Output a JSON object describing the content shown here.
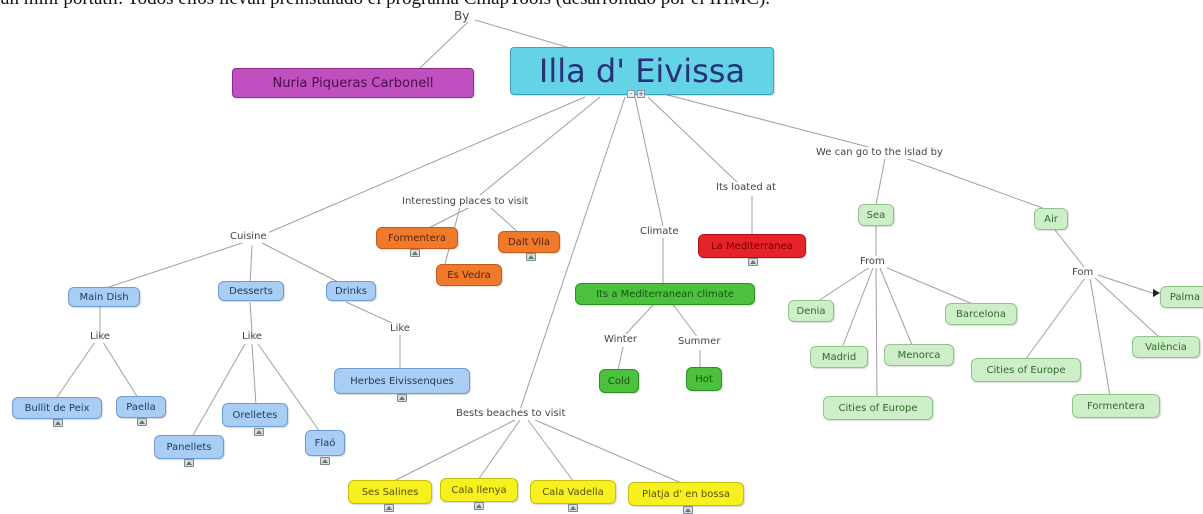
{
  "caption": "un mini portàtil. Todos ellos llevan preinstalado el programa CmapTools (desarrollado por el IHMC).",
  "title": "Illa d' Eivissa",
  "author": "Nuria Piqueras Carbonell",
  "links": {
    "by": "By",
    "cuisine": "Cuisine",
    "interesting": "Interesting places to visit",
    "beaches": "Bests beaches to visit",
    "climate": "Climate",
    "located": "Its loated at",
    "go": "We can go to the islad by",
    "like1": "Like",
    "like2": "Like",
    "like3": "Like",
    "winter": "Winter",
    "summer": "Summer",
    "from1": "From",
    "from2": "Fom"
  },
  "nodes": {
    "main_dish": "Main Dish",
    "desserts": "Desserts",
    "drinks": "Drinks",
    "bullit": "Bullit de Peix",
    "paella": "Paella",
    "panellets": "Panellets",
    "orelletes": "Orelletes",
    "flao": "Flaó",
    "herbes": "Herbes Eivissenques",
    "formentera_place": "Formentera",
    "dalt_vila": "Dalt Vila",
    "es_vedra": "Es Vedra",
    "climate_type": "Its a Mediterranean climate",
    "cold": "Cold",
    "hot": "Hot",
    "mediterranean": "La Mediterranea",
    "ses_salines": "Ses Salines",
    "cala_llenya": "Cala llenya",
    "cala_vadella": "Cala Vadella",
    "platja": "Platja d' en bossa",
    "sea": "Sea",
    "air": "Air",
    "denia": "Denia",
    "madrid": "Madrid",
    "menorca": "Menorca",
    "barcelona": "Barcelona",
    "cities_europe_sea": "Cities of Europe",
    "cities_europe_air": "Cities of Europe",
    "formentera_air": "Formentera",
    "valencia": "València",
    "palma": "Palma"
  },
  "colors": {
    "title": "#64d3e6",
    "author": "#c04fc0",
    "cuisine": "#a9cdf4",
    "places": "#f07a2c",
    "climate": "#4cc13e",
    "located": "#e8222a",
    "beaches": "#f7ef1e",
    "transport": "#cdeec9",
    "lines": "#9a9a9a"
  }
}
